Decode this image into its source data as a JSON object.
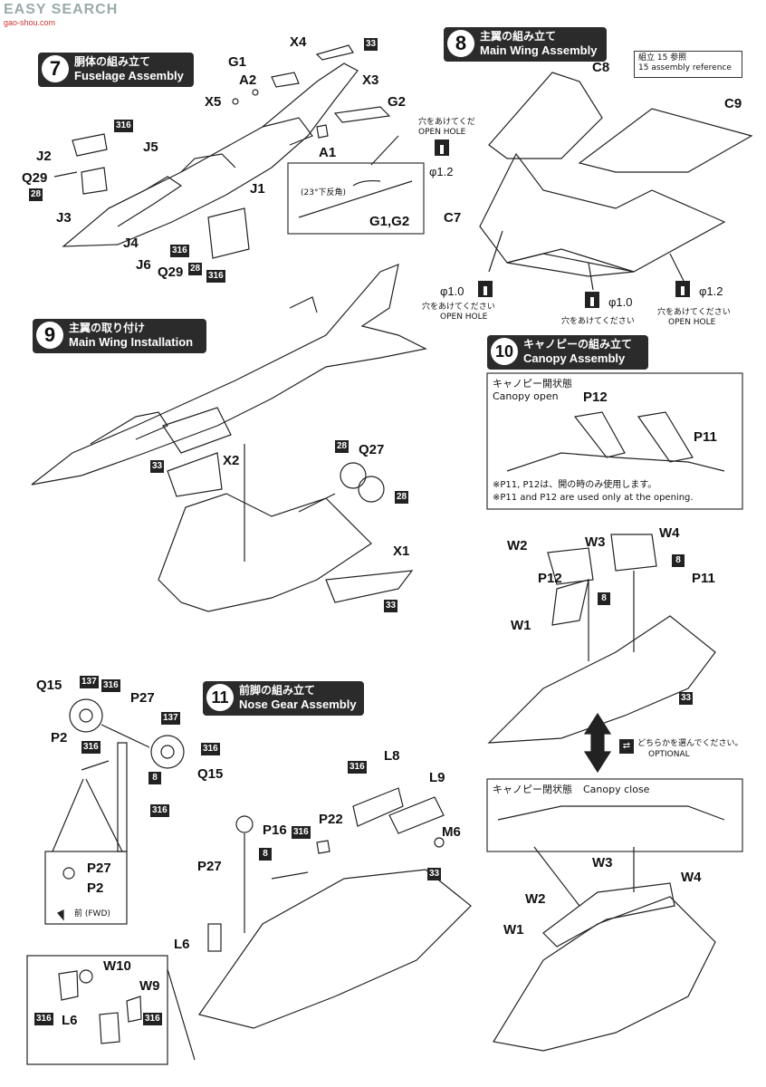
{
  "watermark": {
    "text": "EASY SEARCH",
    "sub": "gao-shou.com"
  },
  "sections": {
    "s7": {
      "num": "7",
      "jp": "胴体の組み立て",
      "en": "Fuselage Assembly"
    },
    "s8": {
      "num": "8",
      "jp": "主翼の組み立て",
      "en": "Main Wing Assembly"
    },
    "s9": {
      "num": "9",
      "jp": "主翼の取り付け",
      "en": "Main Wing Installation"
    },
    "s10": {
      "num": "10",
      "jp": "キャノピーの組み立て",
      "en": "Canopy Assembly"
    },
    "s11": {
      "num": "11",
      "jp": "前脚の組み立て",
      "en": "Nose Gear Assembly"
    }
  },
  "s7_parts": {
    "X4": "X4",
    "G1": "G1",
    "A2": "A2",
    "X3": "X3",
    "X5": "X5",
    "G2": "G2",
    "A1": "A1",
    "J2": "J2",
    "J5": "J5",
    "Q29a": "Q29",
    "J3": "J3",
    "J4": "J4",
    "J6": "J6",
    "Q29b": "Q29",
    "J1": "J1",
    "G1G2": "G1,G2",
    "angle_note": "(23°下反角)",
    "colors": [
      "33",
      "316",
      "28",
      "316",
      "28",
      "316"
    ]
  },
  "s8_parts": {
    "C8": "C8",
    "C9": "C9",
    "C7": "C7",
    "ref_jp": "組立 15 参照",
    "ref_en": "15 assembly reference",
    "hole_jp": "穴をあけてくだ",
    "hole_en": "OPEN HOLE",
    "d12a": "φ1.2",
    "d10a": "φ1.0",
    "d10b": "φ1.0",
    "d12b": "φ1.2",
    "hole2_jp": "穴をあけてください",
    "hole2_en": "OPEN HOLE",
    "hole3_jp": "穴をあけてください",
    "hole4_jp": "穴をあけてください",
    "hole4_en": "OPEN HOLE"
  },
  "s9_parts": {
    "X2": "X2",
    "Q27": "Q27",
    "X1": "X1",
    "c33a": "33",
    "c28a": "28",
    "c28b": "28",
    "c33b": "33"
  },
  "s10_parts": {
    "open_jp": "キャノピー開状態",
    "open_en": "Canopy open",
    "P12": "P12",
    "P11": "P11",
    "note_jp": "※P11, P12は、開の時のみ使用します。",
    "note_en": "※P11 and P12 are used only at the opening.",
    "W2": "W2",
    "W3": "W3",
    "W4": "W4",
    "P12b": "P12",
    "P11b": "P11",
    "W1": "W1",
    "c8a": "8",
    "c8b": "8",
    "c33": "33",
    "optional_jp": "どちらかを選んでください。",
    "optional_en": "OPTIONAL",
    "close_jp": "キャノピー閉状態",
    "close_en": "Canopy close",
    "W3b": "W3",
    "W4b": "W4",
    "W2b": "W2",
    "W1b": "W1"
  },
  "s11_parts": {
    "Q15a": "Q15",
    "c137a": "137",
    "c316a": "316",
    "P27": "P27",
    "P2": "P2",
    "c316b": "316",
    "c137b": "137",
    "c316c": "316",
    "Q15b": "Q15",
    "c8": "8",
    "c316d": "316",
    "inset_P27": "P27",
    "inset_P2": "P2",
    "fwd": "前 (FWD)",
    "L8": "L8",
    "c316e": "316",
    "L9": "L9",
    "M6": "M6",
    "c33": "33",
    "P16": "P16",
    "c316f": "316",
    "P22": "P22",
    "c8b": "8",
    "P27b": "P27",
    "L6": "L6",
    "W10": "W10",
    "W9": "W9",
    "c316g": "316",
    "L6b": "L6",
    "c316h": "316"
  }
}
